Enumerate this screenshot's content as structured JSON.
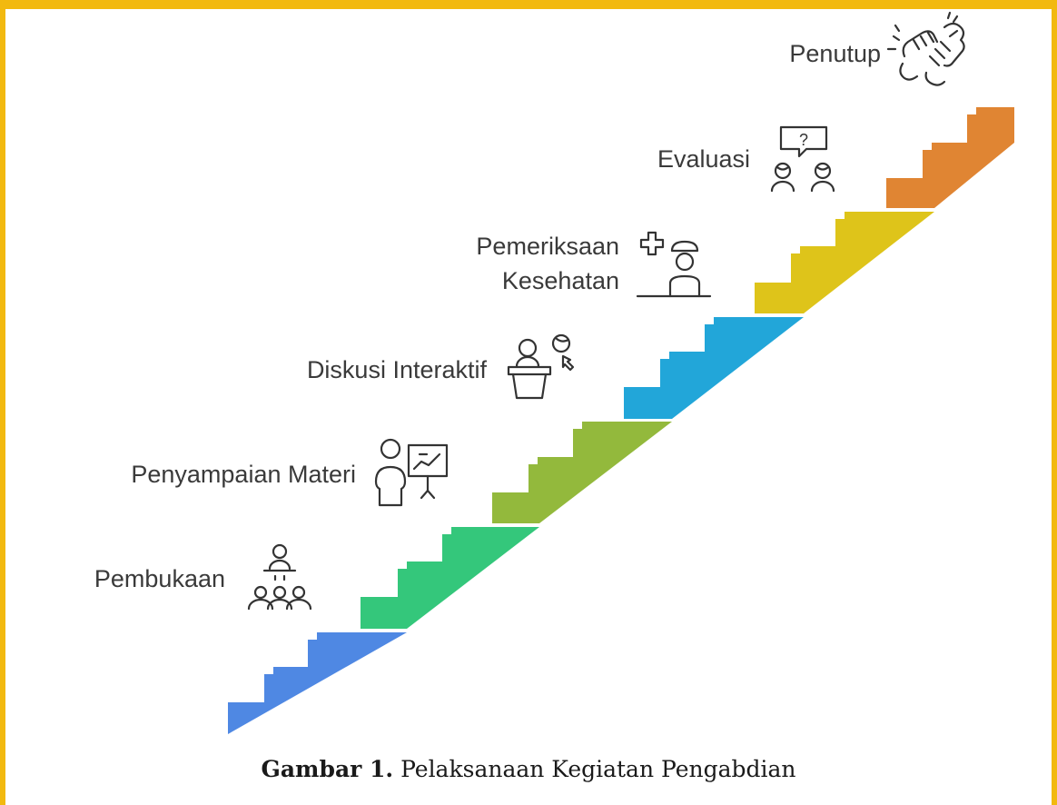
{
  "steps": [
    {
      "label": "Pembukaan",
      "color": "#4F88E3",
      "icon": "audience-speaker-icon"
    },
    {
      "label": "Penyampaian Materi",
      "color": "#34C77B",
      "icon": "presenter-chart-icon"
    },
    {
      "label": "Diskusi Interaktif",
      "color": "#93B93C",
      "icon": "podium-discussion-icon"
    },
    {
      "label": "Pemeriksaan Kesehatan",
      "label_lines": [
        "Pemeriksaan",
        "Kesehatan"
      ],
      "color": "#22A6D9",
      "icon": "medical-checkup-icon"
    },
    {
      "label": "Evaluasi",
      "color": "#DEC41A",
      "icon": "question-people-icon"
    },
    {
      "label": "Penutup",
      "color": "#E08533",
      "icon": "handshake-icon"
    }
  ],
  "caption": {
    "bold": "Gambar 1.",
    "text": " Pelaksanaan Kegiatan Pengabdian"
  },
  "frame_color": "#F2B90F"
}
